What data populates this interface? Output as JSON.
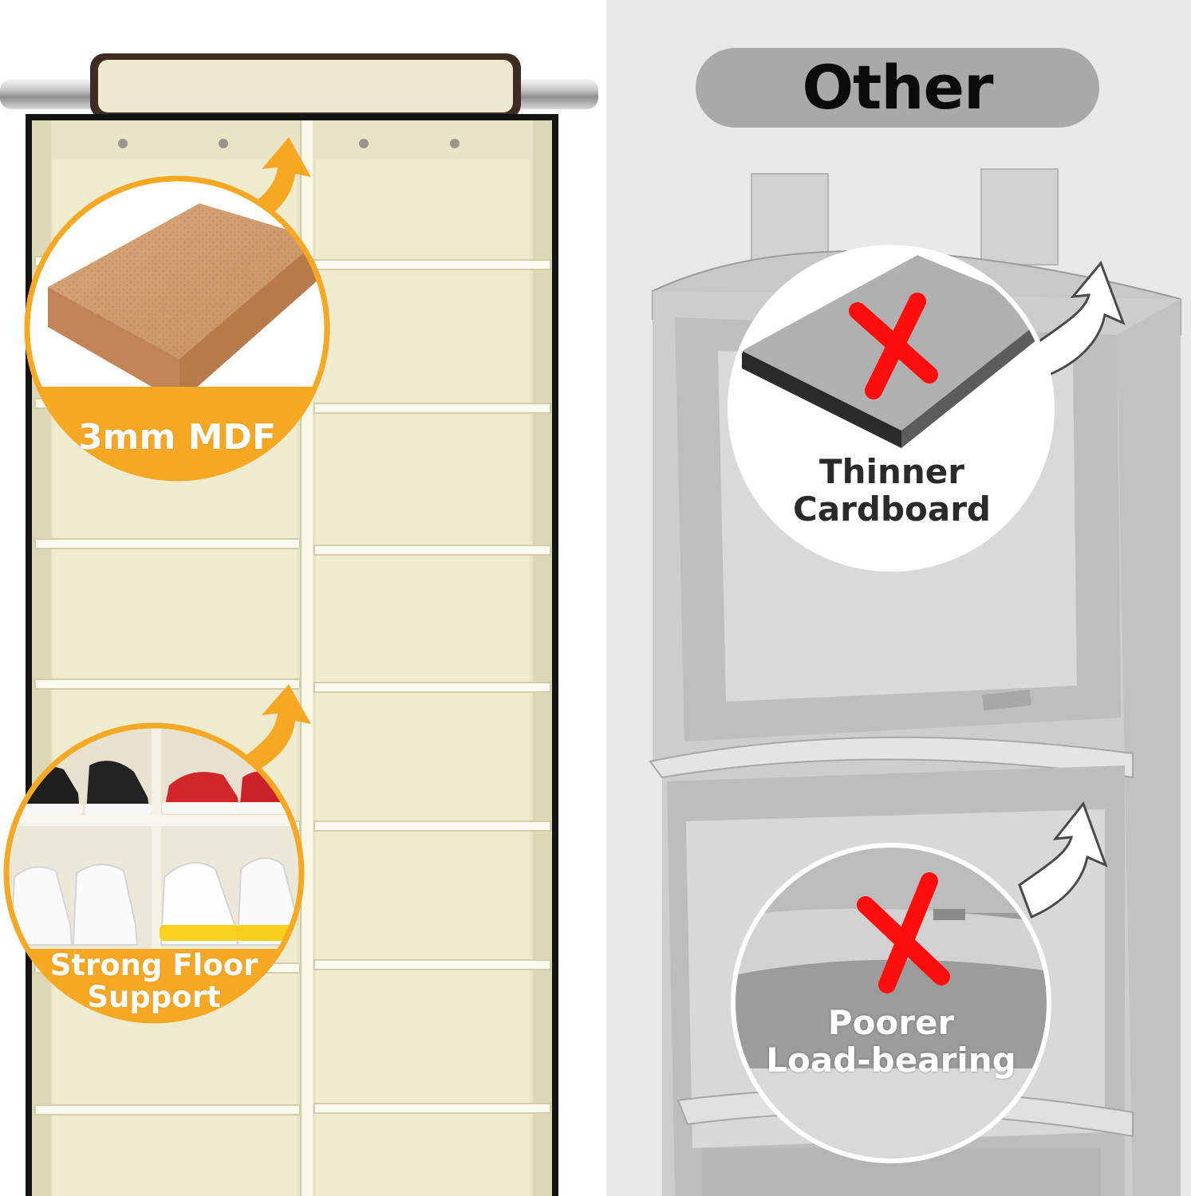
{
  "comparison": {
    "other_heading": "Other",
    "features": {
      "mdf": {
        "label": "3mm MDF"
      },
      "floor": {
        "label_line1": "Strong Floor",
        "label_line2": "Support"
      },
      "cardboard": {
        "label_line1": "Thinner",
        "label_line2": "Cardboard"
      },
      "load": {
        "label_line1": "Poorer",
        "label_line2": "Load-bearing"
      }
    },
    "colors": {
      "accent_orange": "#f7a823",
      "cream_fabric": "#f3f0d6",
      "gray_fabric": "#d6d6d6",
      "cross_red": "#ff0d0d"
    }
  }
}
